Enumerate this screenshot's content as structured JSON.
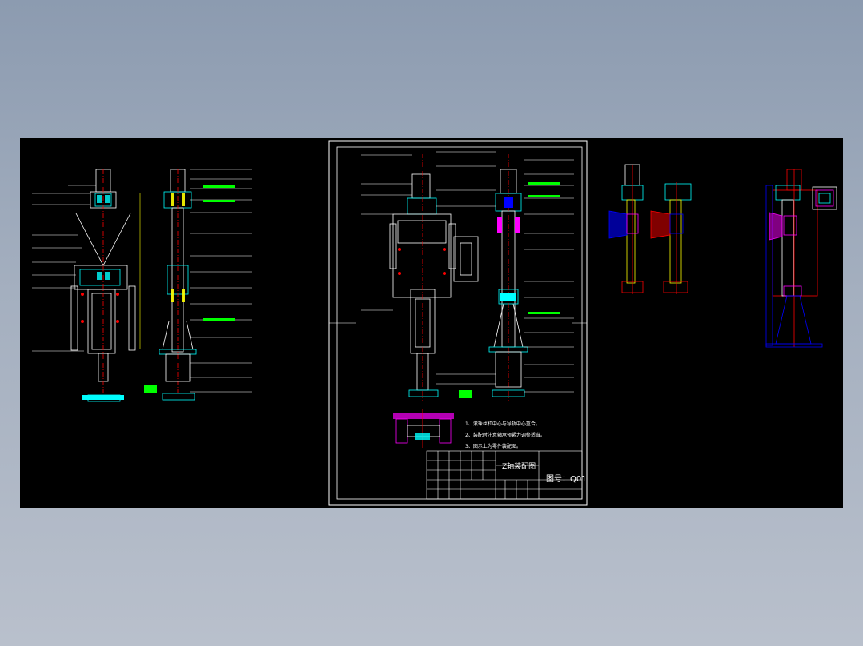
{
  "drawing": {
    "title": "Z轴装配图",
    "drawing_number": "图号：Q01",
    "notes": [
      "1、滚珠丝杠中心与导轨中心重合。",
      "2、装配时注意轴承预紧力调整适当。",
      "3、图示上为零件装配图。"
    ]
  },
  "colors": {
    "background": "#000000",
    "line_white": "#ffffff",
    "line_cyan": "#00ffff",
    "line_red": "#ff0000",
    "line_blue": "#0000ff",
    "line_yellow": "#ffff00",
    "line_green": "#00ff00",
    "line_magenta": "#ff00ff"
  }
}
